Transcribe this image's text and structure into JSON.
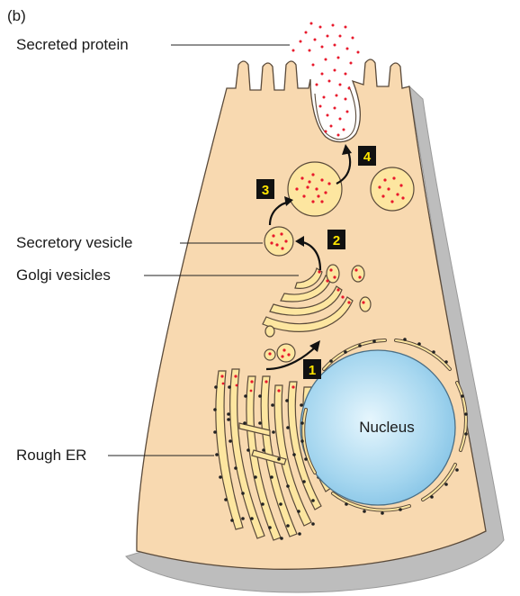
{
  "panel_label": "(b)",
  "labels": {
    "secreted_protein": "Secreted protein",
    "secretory_vesicle": "Secretory vesicle",
    "golgi_vesicles": "Golgi vesicles",
    "rough_er": "Rough ER",
    "nucleus": "Nucleus"
  },
  "steps": [
    "1",
    "2",
    "3",
    "4"
  ],
  "colors": {
    "cytoplasm": "#f8d9b0",
    "vesicle_fill": "#fde6a0",
    "protein_dot": "#e8192c",
    "nucleus": "#9fd3ee",
    "step_box": "#111111",
    "step_text": "#ffe600",
    "shadow": "#b9b9b9"
  }
}
